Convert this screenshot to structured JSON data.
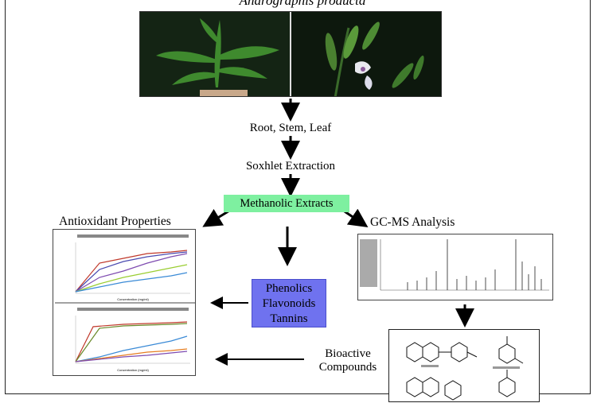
{
  "title": "Andrographis producta",
  "steps": {
    "plant_parts": "Root, Stem, Leaf",
    "extraction": "Soxhlet Extraction",
    "extract": "Methanolic Extracts"
  },
  "branches": {
    "antioxidant": "Antioxidant Properties",
    "gcms": "GC-MS Analysis",
    "phytochem": [
      "Phenolics",
      "Flavonoids",
      "Tannins"
    ],
    "bioactive": [
      "Bioactive",
      "Compounds"
    ]
  },
  "colors": {
    "methanolic_bg": "#7ef0a0",
    "phytochem_bg": "#6f72ef"
  },
  "mini_charts": {
    "xlabel": "Concentration (mg/ml)"
  },
  "icons": [
    "leaf-photo",
    "flower-photo",
    "down-arrow-icon",
    "left-arrow-icon",
    "diagonal-arrow-icon"
  ]
}
